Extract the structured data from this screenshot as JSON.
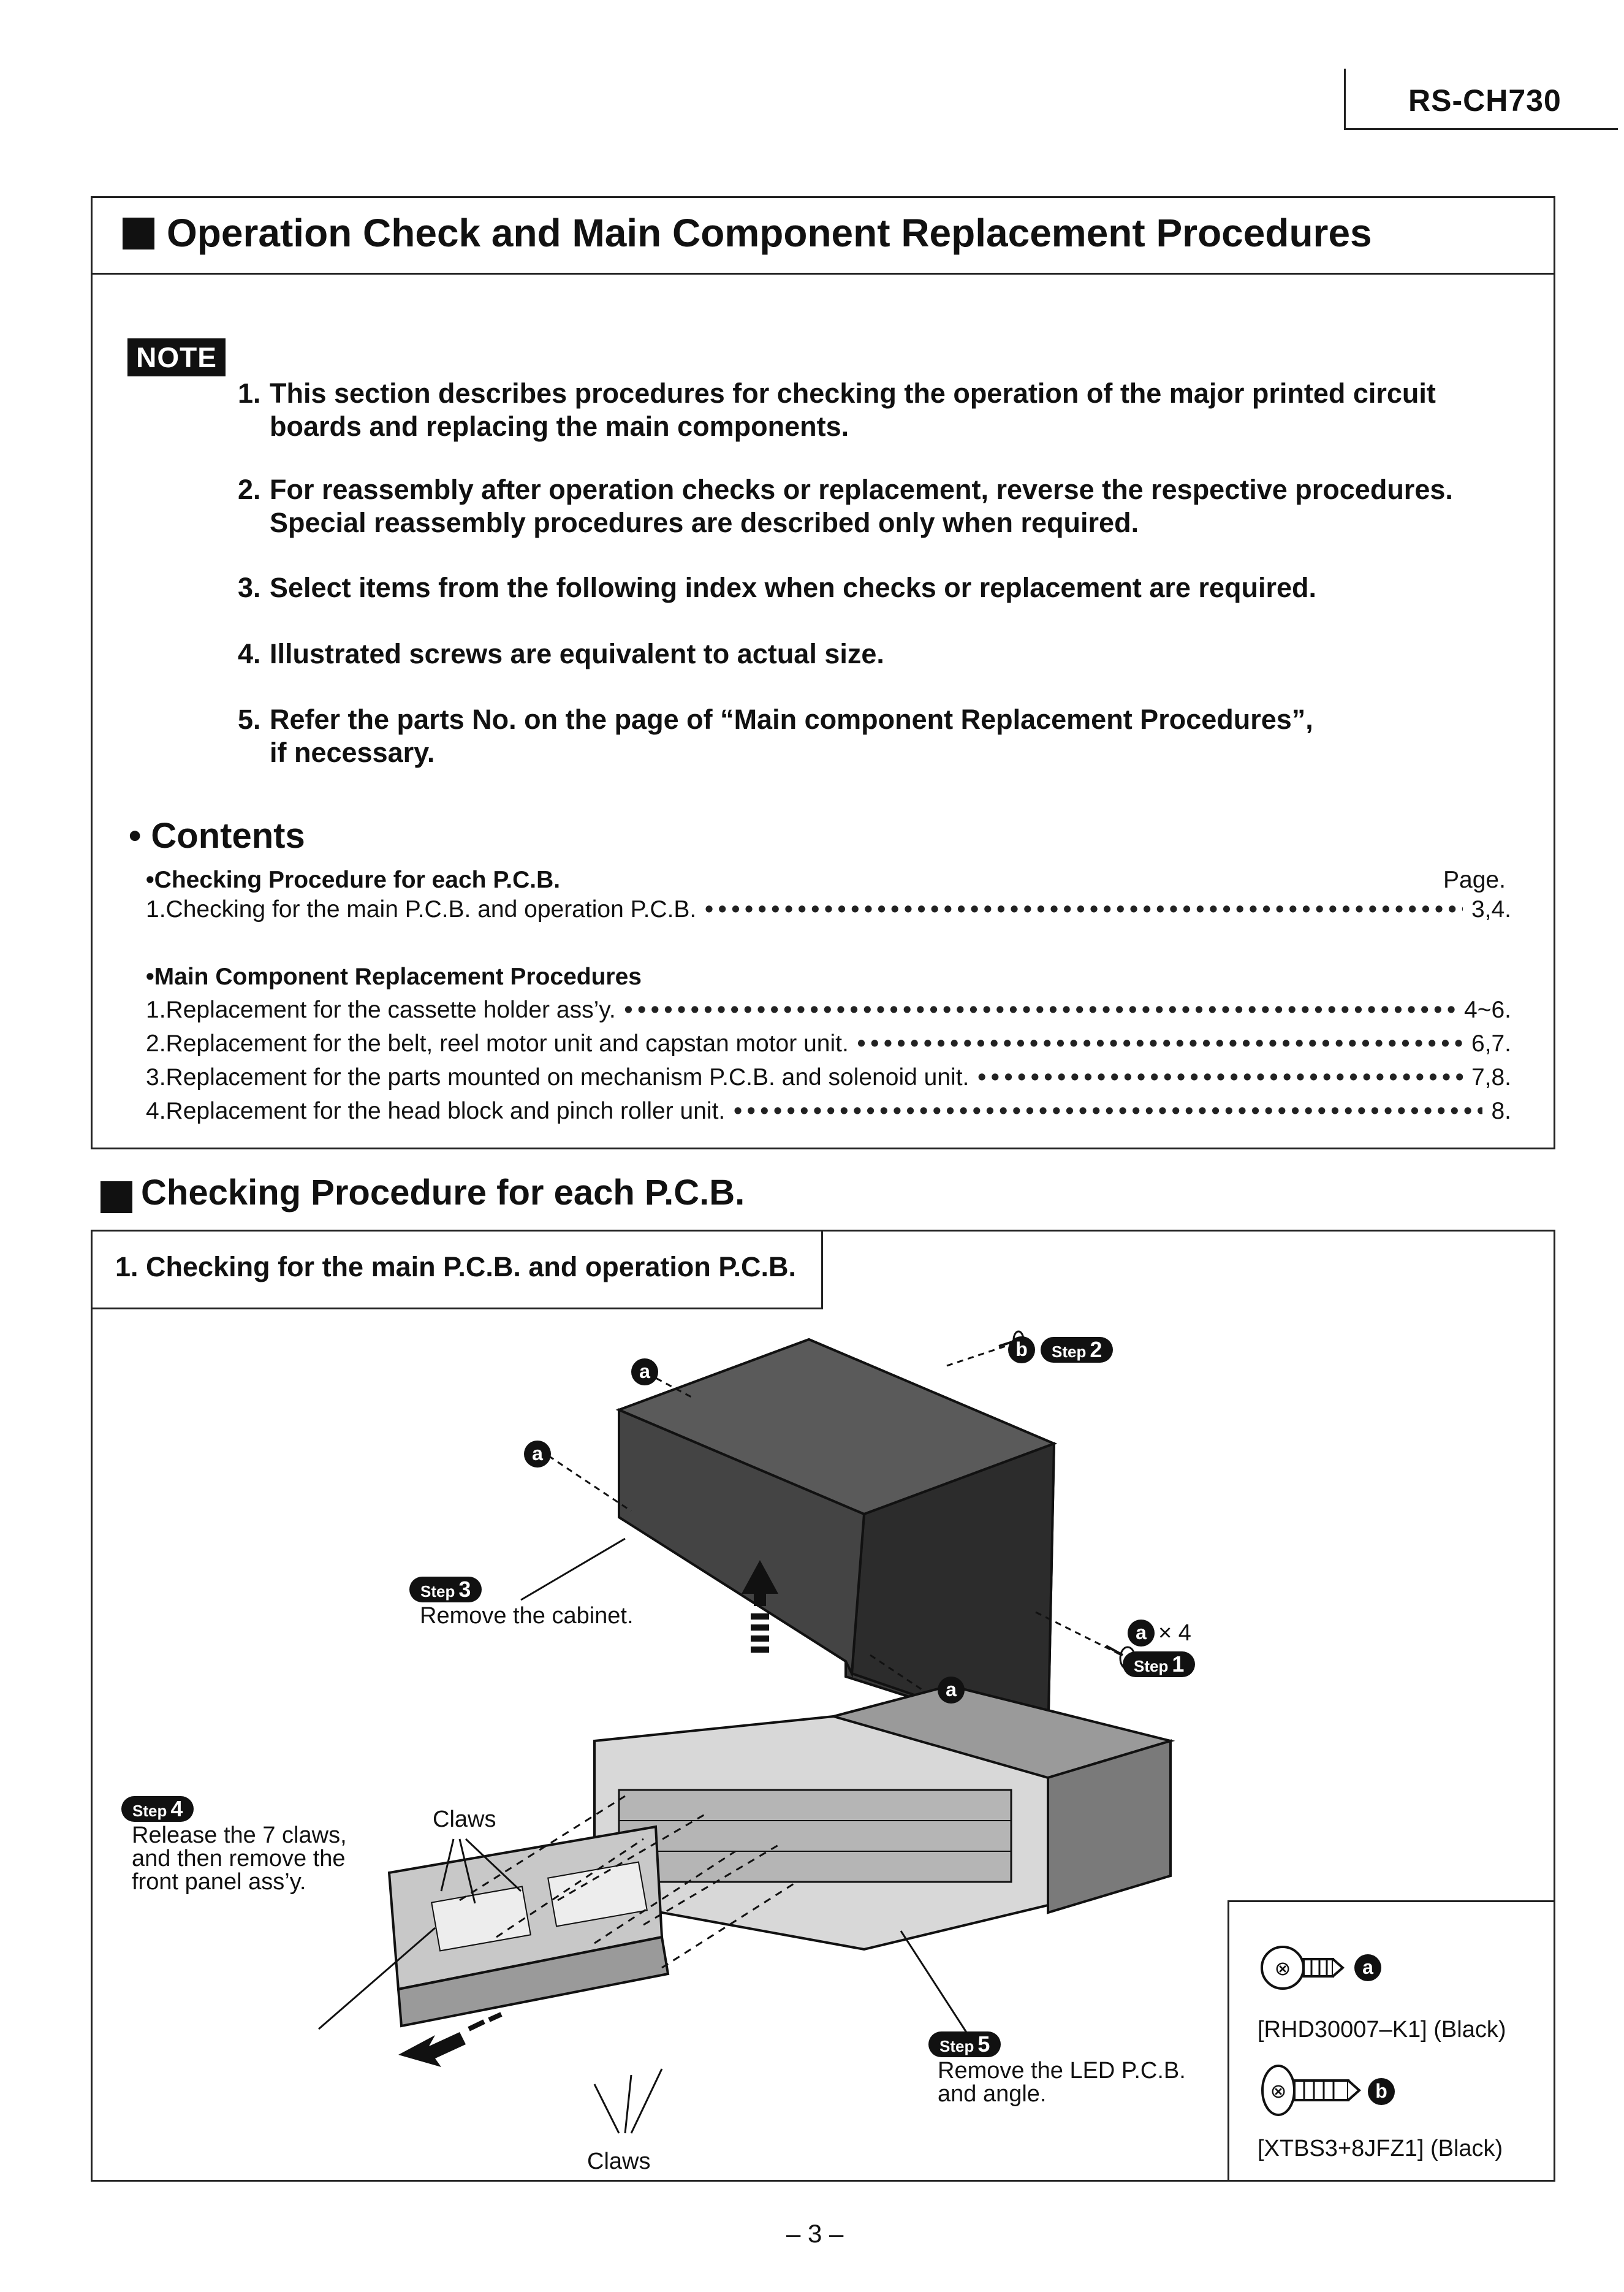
{
  "header": {
    "model": "RS-CH730"
  },
  "section1": {
    "title": "Operation Check and Main Component Replacement Procedures",
    "note_badge": "NOTE",
    "notes": [
      {
        "num": "1.",
        "line1": "This section describes procedures for checking the operation of the major printed circuit",
        "line2": "boards and replacing the main components."
      },
      {
        "num": "2.",
        "line1": "For reassembly after operation checks or replacement, reverse the respective procedures.",
        "line2": "Special reassembly procedures are described only when required."
      },
      {
        "num": "3.",
        "line1": "Select items from the following index when checks or replacement are required.",
        "line2": ""
      },
      {
        "num": "4.",
        "line1": "Illustrated screws are equivalent to actual size.",
        "line2": ""
      },
      {
        "num": "5.",
        "line1": "Refer the parts No. on the page of “Main component Replacement Procedures”,",
        "line2": "if necessary."
      }
    ],
    "contents": {
      "heading": "• Contents",
      "page_label": "Page.",
      "group1_title": "•Checking Procedure for each P.C.B.",
      "group1_items": [
        {
          "label": "1.Checking for the main P.C.B. and operation P.C.B.",
          "page": "3,4."
        }
      ],
      "group2_title": "•Main Component Replacement Procedures",
      "group2_items": [
        {
          "label": "1.Replacement for the cassette holder ass’y.",
          "page": "4~6."
        },
        {
          "label": "2.Replacement for the belt, reel motor unit and capstan motor unit.",
          "page": "6,7."
        },
        {
          "label": "3.Replacement for the parts mounted on mechanism P.C.B. and solenoid unit.",
          "page": "7,8."
        },
        {
          "label": "4.Replacement for the head block and pinch roller unit.",
          "page": "8."
        }
      ]
    }
  },
  "section2": {
    "title": "Checking Procedure for each P.C.B.",
    "subtitle": "1. Checking for the main P.C.B. and operation P.C.B.",
    "diagram": {
      "step_word": "Step",
      "step1": "1",
      "step2": "2",
      "step3": "3",
      "step4": "4",
      "step5": "5",
      "label_a": "a",
      "label_b": "b",
      "times4": "× 4",
      "step3_text": "Remove the cabinet.",
      "step4_line1": "Release the 7 claws,",
      "step4_line2": "and then remove the",
      "step4_line3": "front panel ass’y.",
      "claws_top": "Claws",
      "claws_bottom": "Claws",
      "step5_line1": "Remove the LED P.C.B.",
      "step5_line2": "and angle."
    },
    "screws": [
      {
        "label": "a",
        "code": "[RHD30007–K1] (Black)"
      },
      {
        "label": "b",
        "code": "[XTBS3+8JFZ1] (Black)"
      }
    ]
  },
  "footer": {
    "page_number": "– 3 –"
  }
}
